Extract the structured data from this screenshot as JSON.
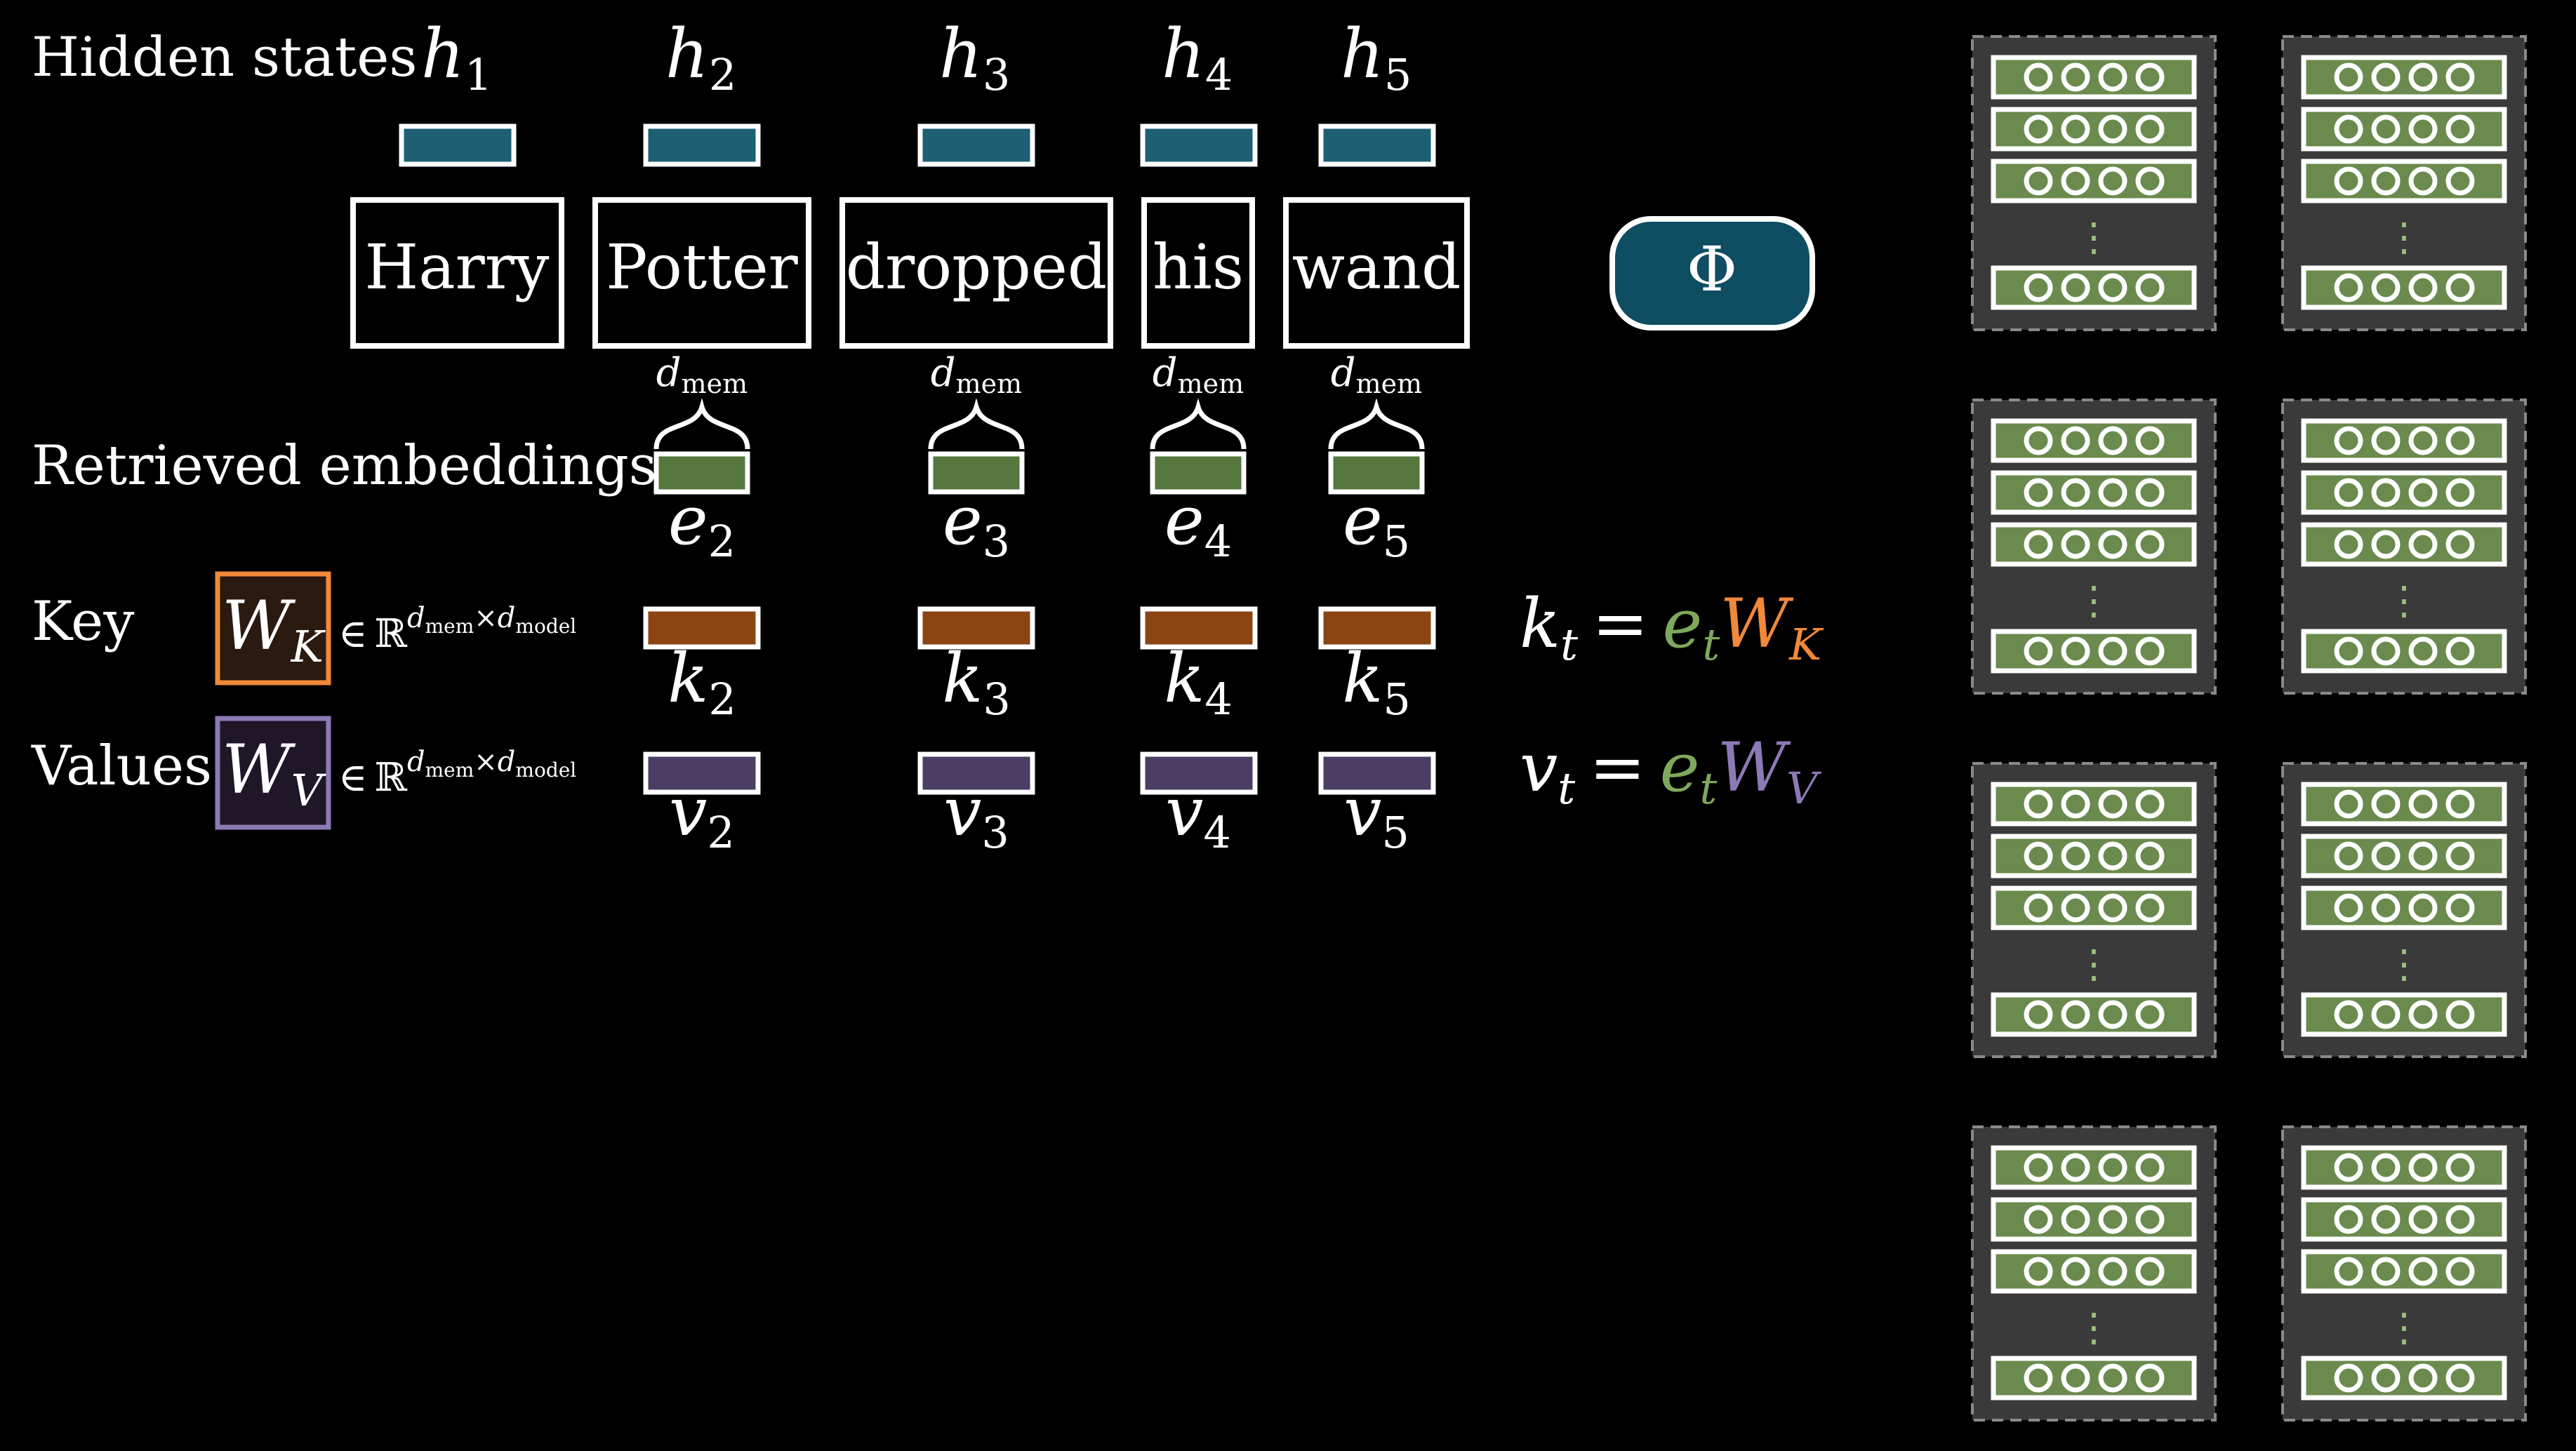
{
  "section_labels": {
    "hidden_states": "Hidden states",
    "retrieved_embeddings": "Retrieved embeddings",
    "key": "Key",
    "values": "Values"
  },
  "tokens": [
    "Harry",
    "Potter",
    "dropped",
    "his",
    "wand"
  ],
  "hidden_states": [
    {
      "base": "h",
      "sub": "1"
    },
    {
      "base": "h",
      "sub": "2"
    },
    {
      "base": "h",
      "sub": "3"
    },
    {
      "base": "h",
      "sub": "4"
    },
    {
      "base": "h",
      "sub": "5"
    }
  ],
  "retrieved": [
    {
      "base": "e",
      "sub": "2",
      "brace": "d",
      "brace_sub": "mem"
    },
    {
      "base": "e",
      "sub": "3",
      "brace": "d",
      "brace_sub": "mem"
    },
    {
      "base": "e",
      "sub": "4",
      "brace": "d",
      "brace_sub": "mem"
    },
    {
      "base": "e",
      "sub": "5",
      "brace": "d",
      "brace_sub": "mem"
    }
  ],
  "keys": [
    {
      "base": "k",
      "sub": "2"
    },
    {
      "base": "k",
      "sub": "3"
    },
    {
      "base": "k",
      "sub": "4"
    },
    {
      "base": "k",
      "sub": "5"
    }
  ],
  "values": [
    {
      "base": "v",
      "sub": "2"
    },
    {
      "base": "v",
      "sub": "3"
    },
    {
      "base": "v",
      "sub": "4"
    },
    {
      "base": "v",
      "sub": "5"
    }
  ],
  "wk": {
    "base": "W",
    "sub": "K"
  },
  "wv": {
    "base": "W",
    "sub": "V"
  },
  "dim": {
    "in": "∈",
    "R": "ℝ",
    "d1": "d",
    "d1_sub": "mem",
    "times": "×",
    "d2": "d",
    "d2_sub": "model"
  },
  "phi": "Φ",
  "key_formula": {
    "lhs": "k",
    "lhs_sub": "t",
    "eq": "=",
    "e": "e",
    "e_sub": "t",
    "w": "W",
    "w_sub": "K"
  },
  "value_formula": {
    "lhs": "v",
    "lhs_sub": "t",
    "eq": "=",
    "e": "e",
    "e_sub": "t",
    "w": "W",
    "w_sub": "V"
  },
  "memory_dots": "⋮",
  "colors": {
    "hidden": "#1e5f74",
    "embedding": "#56773e",
    "key": "#8b4513",
    "value": "#4b3d63",
    "key_accent": "#f0893a",
    "value_accent": "#8d79b6",
    "phi_fill": "#0f4d62",
    "server": "#3a3a3a",
    "server_row": "#6b8a4e"
  },
  "icons": [
    "server-rack-icon"
  ]
}
